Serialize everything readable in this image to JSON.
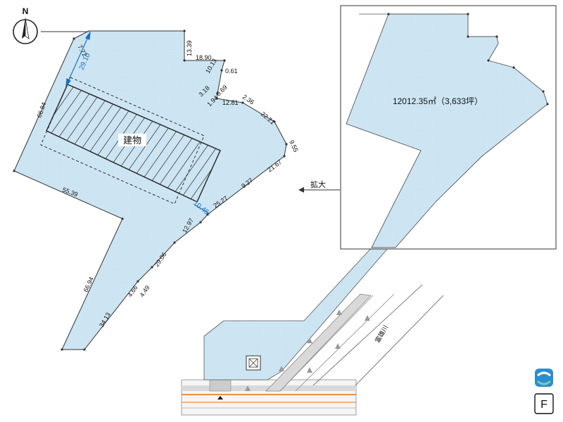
{
  "north_label": "N",
  "building_label": "建物",
  "area_label": "12012.35㎡（3,633坪）",
  "enlarge_label": "拡大",
  "river_label": "富雄川",
  "colors": {
    "parcel_fill": "#cfe6f3",
    "line": "#333333",
    "accent_blue": "#1a6fc0",
    "road_orange": "#e8914a",
    "road_gray": "#d9d9d9"
  },
  "dimensions": {
    "d_7_72": "7.72",
    "d_29_10": "29.10",
    "d_13_39": "13.39",
    "d_18_90": "18.90",
    "d_10_13": "10.13",
    "d_0_61": "0.61",
    "d_3_18": "3.18",
    "d_1_94": "1.94",
    "d_0_69": "0.69",
    "d_12_81": "12.81",
    "d_2_36": "2.36",
    "d_22_21": "22.21",
    "d_9_55": "9.55",
    "d_21_67": "21.67",
    "d_9_27": "9.27",
    "d_25_27": "25.27",
    "d_10_45": "10.45",
    "d_12_97": "12.97",
    "d_66_84": "66.84",
    "d_55_39": "55.39",
    "d_29_06": "29.06",
    "d_4_66": "4.66",
    "d_4_49": "4.49",
    "d_66_94": "66.94",
    "d_34_13": "34.13"
  },
  "icons": {
    "north": "north-arrow-icon",
    "logo": "company-logo-icon",
    "f_mark": "f-mark-icon"
  },
  "f_mark_text": "F"
}
